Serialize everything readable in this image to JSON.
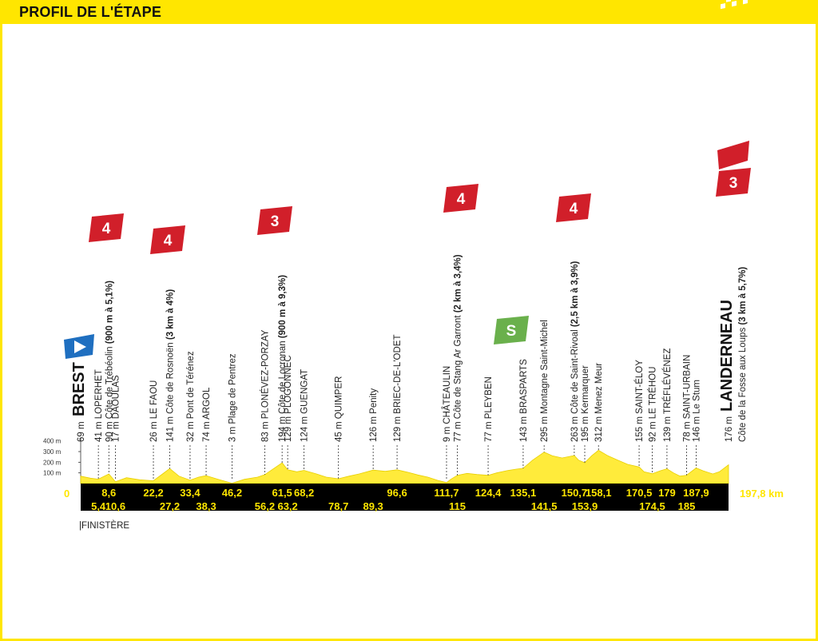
{
  "header": {
    "title": "PROFIL DE L'ÉTAPE"
  },
  "colors": {
    "accent": "#ffe600",
    "profile": "#ffeb3b",
    "bar": "#000000",
    "climb_badge": "#d11f2a",
    "sprint_badge": "#6ab04c",
    "start_badge": "#1f6fc0"
  },
  "chart_data": {
    "type": "area",
    "title": "PROFIL DE L'ÉTAPE",
    "xlabel": "",
    "ylabel": "",
    "xlim": [
      0,
      197.8
    ],
    "ylim": [
      0,
      400
    ],
    "y_ticks": [
      "400 m",
      "300 m",
      "200 m",
      "100 m"
    ],
    "zero_label": "0",
    "total_distance": "197,8 km",
    "km_top": [
      "8,6",
      "22,2",
      "33,4",
      "46,2",
      "61,5",
      "68,2",
      "96,6",
      "111,7",
      "124,4",
      "135,1",
      "150,7",
      "158,1",
      "170,5",
      "179",
      "187,9"
    ],
    "km_bottom": [
      "5,4",
      "10,6",
      "27,2",
      "38,3",
      "56,2",
      "63,2",
      "78,7",
      "89,3",
      "115",
      "141,5",
      "153,9",
      "174,5",
      "185"
    ],
    "km_top_values": [
      8.6,
      22.2,
      33.4,
      46.2,
      61.5,
      68.2,
      96.6,
      111.7,
      124.4,
      135.1,
      150.7,
      158.1,
      170.5,
      179,
      187.9
    ],
    "km_bottom_values": [
      5.4,
      10.6,
      27.2,
      38.3,
      56.2,
      63.2,
      78.7,
      89.3,
      115,
      141.5,
      153.9,
      174.5,
      185
    ],
    "profile": [
      [
        0,
        69
      ],
      [
        3,
        50
      ],
      [
        5.4,
        41
      ],
      [
        8.6,
        90
      ],
      [
        10.6,
        17
      ],
      [
        14,
        55
      ],
      [
        18,
        35
      ],
      [
        22.2,
        26
      ],
      [
        25,
        90
      ],
      [
        27.2,
        141
      ],
      [
        30,
        70
      ],
      [
        33.4,
        32
      ],
      [
        36,
        60
      ],
      [
        38.3,
        74
      ],
      [
        42,
        40
      ],
      [
        46.2,
        3
      ],
      [
        50,
        40
      ],
      [
        54,
        60
      ],
      [
        56.2,
        83
      ],
      [
        61.5,
        194
      ],
      [
        63.2,
        129
      ],
      [
        66,
        110
      ],
      [
        68.2,
        124
      ],
      [
        72,
        90
      ],
      [
        75,
        60
      ],
      [
        78.7,
        45
      ],
      [
        82,
        70
      ],
      [
        85,
        90
      ],
      [
        89.3,
        126
      ],
      [
        93,
        115
      ],
      [
        96.6,
        129
      ],
      [
        100,
        105
      ],
      [
        103,
        80
      ],
      [
        106,
        60
      ],
      [
        109,
        30
      ],
      [
        111.7,
        9
      ],
      [
        113,
        40
      ],
      [
        115,
        77
      ],
      [
        118,
        95
      ],
      [
        121,
        85
      ],
      [
        124.4,
        77
      ],
      [
        127,
        100
      ],
      [
        130,
        120
      ],
      [
        133,
        135
      ],
      [
        135.1,
        143
      ],
      [
        138,
        220
      ],
      [
        141.5,
        295
      ],
      [
        144,
        260
      ],
      [
        147,
        240
      ],
      [
        150.7,
        263
      ],
      [
        152,
        220
      ],
      [
        153.9,
        195
      ],
      [
        156,
        260
      ],
      [
        158.1,
        312
      ],
      [
        161,
        260
      ],
      [
        164,
        220
      ],
      [
        167,
        180
      ],
      [
        170.5,
        155
      ],
      [
        172,
        110
      ],
      [
        174.5,
        92
      ],
      [
        177,
        120
      ],
      [
        179,
        139
      ],
      [
        181,
        100
      ],
      [
        183,
        70
      ],
      [
        185,
        78
      ],
      [
        187.9,
        146
      ],
      [
        190,
        120
      ],
      [
        193,
        90
      ],
      [
        195,
        110
      ],
      [
        197.8,
        176
      ]
    ]
  },
  "waypoints": [
    {
      "km": 0,
      "label": "69 m",
      "big": "BREST"
    },
    {
      "km": 5.4,
      "label": "41 m LOPERHET"
    },
    {
      "km": 8.6,
      "label": "90 m Côte de Trébéolin",
      "bold": "(900 m à 5,1%)",
      "climb": "4"
    },
    {
      "km": 10.6,
      "label": "17 m DAOULAS"
    },
    {
      "km": 22.2,
      "label": "26 m LE FAOU"
    },
    {
      "km": 27.2,
      "label": "141 m Côte de Rosnoën",
      "bold": "(3 km à 4%)",
      "climb": "4"
    },
    {
      "km": 33.4,
      "label": "32 m Pont de Térénez"
    },
    {
      "km": 38.3,
      "label": "74 m ARGOL"
    },
    {
      "km": 46.2,
      "label": "3 m Plage de Pentrez"
    },
    {
      "km": 56.2,
      "label": "83 m PLONÉVEZ-PORZAY"
    },
    {
      "km": 61.5,
      "label": "194 m Côte de Locronan",
      "bold": "(900 m à 9,3%)",
      "climb": "3"
    },
    {
      "km": 63.2,
      "label": "129 m PLOGONNEC"
    },
    {
      "km": 68.2,
      "label": "124 m GUENGAT"
    },
    {
      "km": 78.7,
      "label": "45 m QUIMPER"
    },
    {
      "km": 89.3,
      "label": "126 m Penity"
    },
    {
      "km": 96.6,
      "label": "129 m BRIEC-DE-L'ODET"
    },
    {
      "km": 111.7,
      "label": "9 m CHÂTEAULIN"
    },
    {
      "km": 115,
      "label": "77 m Côte de Stang Ar Garront",
      "bold": "(2 km à 3,4%)",
      "climb": "4"
    },
    {
      "km": 124.4,
      "label": "77 m PLEYBEN"
    },
    {
      "km": 135.1,
      "label": "143 m BRASPARTS",
      "sprint": "S"
    },
    {
      "km": 141.5,
      "label": "295 m Montagne Saint-Michel"
    },
    {
      "km": 150.7,
      "label": "263 m Côte de Saint-Rivoal",
      "bold": "(2,5 km à 3,9%)",
      "climb": "4"
    },
    {
      "km": 153.9,
      "label": "195 m Kermarquer"
    },
    {
      "km": 158.1,
      "label": "312 m Menez Meur"
    },
    {
      "km": 170.5,
      "label": "155 m SAINT-ÉLOY"
    },
    {
      "km": 174.5,
      "label": "92 m LE TRÉHOU"
    },
    {
      "km": 179,
      "label": "139 m TRÉFLÉVÉNEZ"
    },
    {
      "km": 185,
      "label": "78 m SAINT-URBAIN"
    },
    {
      "km": 187.9,
      "label": "146 m Le Stum"
    },
    {
      "km": 197.8,
      "label": "176 m",
      "big": "LANDERNEAU",
      "label2": "Côte de la Fosse aux Loups",
      "bold2": "(3 km à 5,7%)",
      "climb": "3",
      "finish": true
    }
  ],
  "footer": {
    "department": "|FINISTÈRE"
  }
}
